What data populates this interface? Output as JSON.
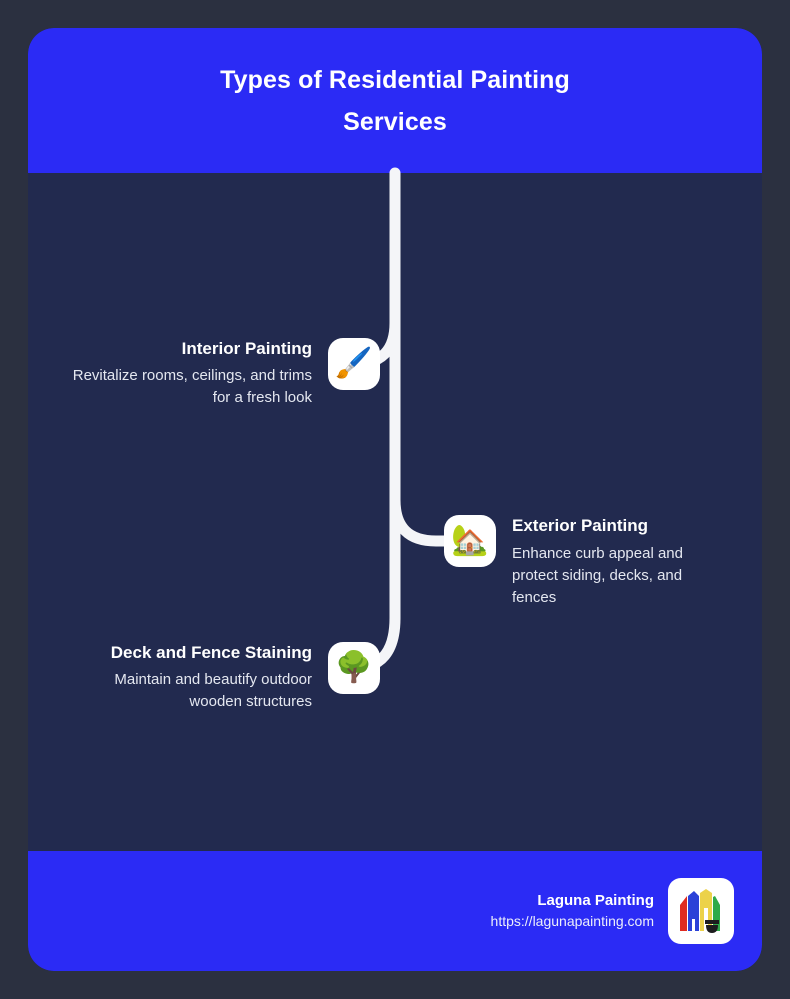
{
  "header": {
    "title": "Types of Residential Painting Services",
    "background_color": "#2b2bf5"
  },
  "card": {
    "background_color": "#222a4f",
    "page_background_color": "#2b3040",
    "connector_color": "#f4f5f8"
  },
  "items": [
    {
      "title": "Interior Painting",
      "description": "Revitalize rooms, ceilings, and trims for a fresh look",
      "icon": "paintbrush-icon",
      "icon_glyph": "🖌️",
      "side": "left"
    },
    {
      "title": "Exterior Painting",
      "description": "Enhance curb appeal and protect siding, decks, and fences",
      "icon": "house-with-garden-icon",
      "icon_glyph": "🏡",
      "side": "right"
    },
    {
      "title": "Deck and Fence Staining",
      "description": "Maintain and beautify outdoor wooden structures",
      "icon": "tree-icon",
      "icon_glyph": "🌳",
      "side": "left"
    }
  ],
  "footer": {
    "brand": "Laguna Painting",
    "url": "https://lagunapainting.com",
    "background_color": "#2b2bf5",
    "logo": {
      "name": "laguna-painting-logo",
      "colors": [
        "#e02b20",
        "#2b41d8",
        "#ecd24a",
        "#2faa4a",
        "#1d1d1f"
      ]
    }
  }
}
